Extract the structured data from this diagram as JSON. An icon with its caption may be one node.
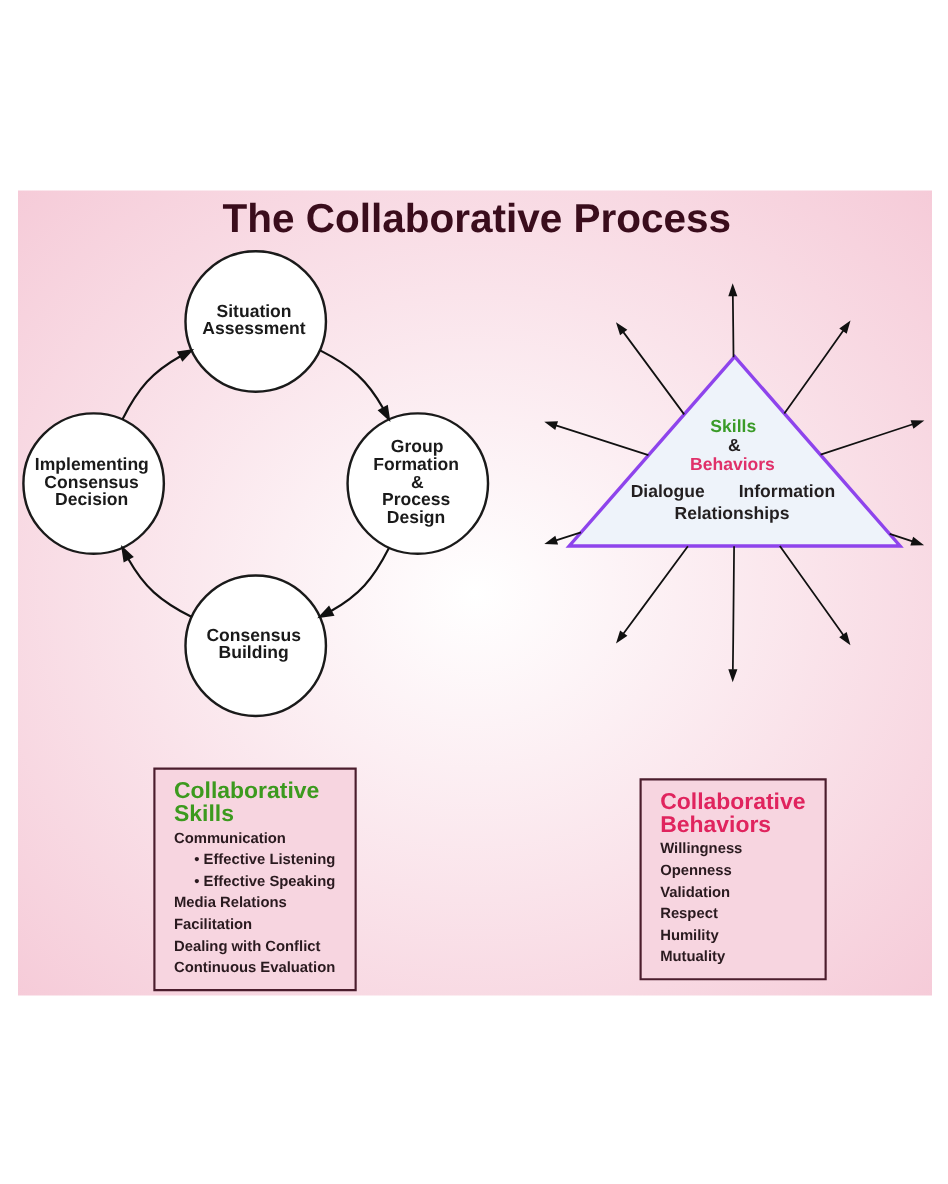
{
  "diagram": {
    "title": "The Collaborative Process",
    "nodes": [
      {
        "text": [
          "Situation Assessment"
        ]
      },
      {
        "text": [
          "Implementing Consensus Decision"
        ]
      },
      {
        "text": [
          "Skills & Behaviors",
          "Dialogue",
          "Information",
          "Relationships"
        ]
      },
      {
        "text": [
          "Group Formation & Process Design"
        ]
      },
      {
        "text": [
          "Consensus Building"
        ]
      },
      {
        "text": [
          "Collaborative Skills",
          "Communication",
          "• Effective Listening",
          "• Effective Speaking",
          "Media Relations",
          "Facilitation",
          "Dealing with Conflict",
          "Continuous Evaluation"
        ]
      },
      {
        "text": [
          "Collaborative Behaviors",
          "Willingness",
          "Openness",
          "Validation",
          "Respect",
          "Humility",
          "Mutuality"
        ]
      }
    ],
    "edges": [
      {
        "from": 0,
        "to": 3,
        "arrow": "to"
      },
      {
        "from": 3,
        "to": 4,
        "arrow": "to"
      },
      {
        "from": 4,
        "to": 1,
        "arrow": "to"
      },
      {
        "from": 1,
        "to": 0,
        "arrow": "to"
      },
      {
        "from": 2,
        "to": null,
        "arrow": "to"
      },
      {
        "from": 2,
        "to": null,
        "arrow": "to"
      },
      {
        "from": 2,
        "to": null,
        "arrow": "to"
      },
      {
        "from": 2,
        "to": null,
        "arrow": "to"
      },
      {
        "from": 2,
        "to": null,
        "arrow": "to"
      },
      {
        "from": 2,
        "to": null,
        "arrow": "to"
      },
      {
        "from": 2,
        "to": null,
        "arrow": "to"
      },
      {
        "from": 2,
        "to": null,
        "arrow": "to"
      },
      {
        "from": 2,
        "to": null,
        "arrow": "to"
      },
      {
        "from": 2,
        "to": null,
        "arrow": "to"
      }
    ]
  }
}
